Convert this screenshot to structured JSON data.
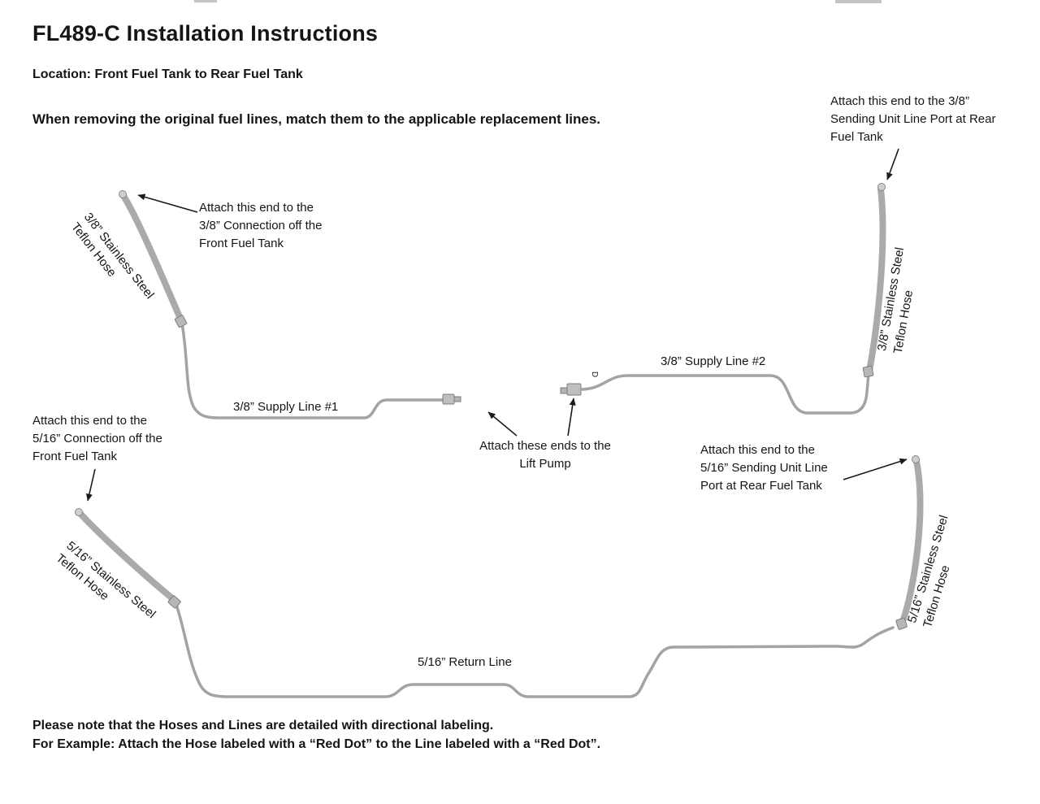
{
  "colors": {
    "tube": "#a3a3a3",
    "hose": "#c9c9c9",
    "hose_braid": "#8f8f8f",
    "fitting": "#bfbfbf",
    "arrow": "#1a1a1a",
    "text": "#151515"
  },
  "header": {
    "title": "FL489-C Installation Instructions",
    "location": "Location: Front Fuel Tank to Rear Fuel Tank",
    "intro": "When removing the original fuel lines, match them to the applicable replacement lines."
  },
  "annotations": {
    "rear_38": "Attach this end to the 3/8”\nSending Unit Line Port at Rear\nFuel Tank",
    "front_38": "Attach this end to the\n3/8” Connection off the\nFront Fuel Tank",
    "front_516": "Attach this end to the\n5/16” Connection off the\nFront Fuel Tank",
    "lift_pump": "Attach these ends to the\nLift Pump",
    "rear_516": "Attach this end to the\n5/16” Sending Unit Line\nPort at Rear Fuel Tank"
  },
  "line_labels": {
    "supply1": "3/8” Supply Line #1",
    "supply2": "3/8” Supply Line #2",
    "return_line": "5/16” Return Line"
  },
  "hose_labels": {
    "hose_38_front": "3/8” Stainless Steel\nTeflon Hose",
    "hose_38_rear": "3/8” Stainless Steel\nTeflon Hose",
    "hose_516_front": "5/16” Stainless Steel\nTeflon Hose",
    "hose_516_rear": "5/16” Stainless Steel\nTeflon Hose"
  },
  "markers": {
    "direction_d": "D"
  },
  "footer": {
    "note1": "Please note that the Hoses and Lines are detailed with directional labeling.",
    "note2": "For Example: Attach the Hose labeled with a “Red Dot” to the Line labeled with a “Red Dot”."
  }
}
